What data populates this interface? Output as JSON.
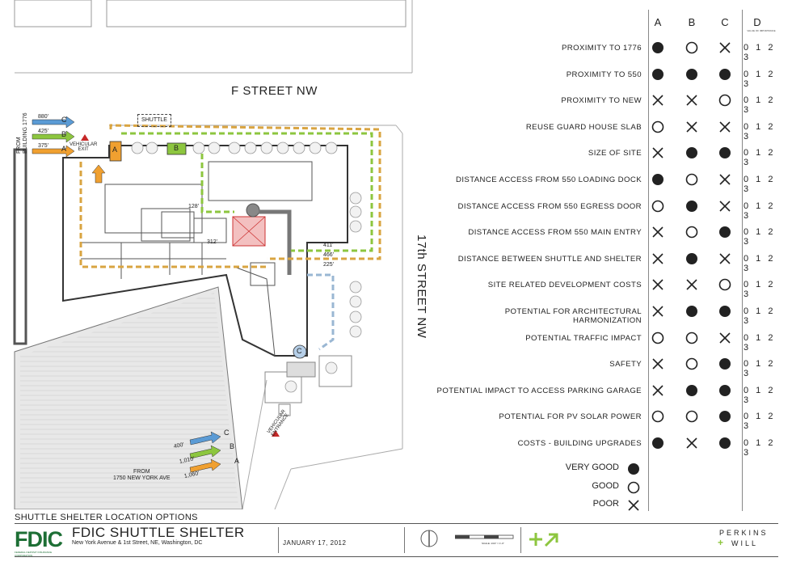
{
  "plan": {
    "street_top": "F  STREET NW",
    "street_right": "17th  STREET NW",
    "shuttle_label": "SHUTTLE",
    "from_building": "FROM\nBUILDING 1776",
    "from_1750": "FROM\n1750 NEW YORK AVE",
    "vehicular_exit": "VEHICULAR\nEXIT",
    "vehicular_entrance": "VEHICULAR\nENTRANCE",
    "site_tags": [
      "A",
      "B",
      "C"
    ],
    "dist_top": [
      {
        "dist": "880'",
        "letter": "C",
        "color": "#5b9bd5"
      },
      {
        "dist": "425'",
        "letter": "B",
        "color": "#8dc63f"
      },
      {
        "dist": "375'",
        "letter": "A",
        "color": "#f0a030"
      }
    ],
    "dist_bottom": [
      {
        "dist": "400'",
        "letter": "C",
        "color": "#5b9bd5"
      },
      {
        "dist": "1,010'",
        "letter": "B",
        "color": "#8dc63f"
      },
      {
        "dist": "1,060'",
        "letter": "A",
        "color": "#f0a030"
      }
    ],
    "path_labels": [
      "128'",
      "312'",
      "411'",
      "466'",
      "225'"
    ]
  },
  "matrix": {
    "columns": [
      "A",
      "B",
      "C",
      "D"
    ],
    "d_subtitle": "VALUE OF IMPORTANCE",
    "scale_text": "0 1 2 3",
    "rows": [
      {
        "label": "PROXIMITY TO 1776",
        "a": "very_good",
        "b": "good",
        "c": "poor"
      },
      {
        "label": "PROXIMITY TO 550",
        "a": "very_good",
        "b": "very_good",
        "c": "very_good"
      },
      {
        "label": "PROXIMITY TO NEW",
        "a": "poor",
        "b": "poor",
        "c": "good"
      },
      {
        "label": "REUSE GUARD HOUSE SLAB",
        "a": "good",
        "b": "poor",
        "c": "poor"
      },
      {
        "label": "SIZE OF SITE",
        "a": "poor",
        "b": "very_good",
        "c": "very_good"
      },
      {
        "label": "DISTANCE ACCESS FROM 550 LOADING DOCK",
        "a": "very_good",
        "b": "good",
        "c": "poor"
      },
      {
        "label": "DISTANCE ACCESS FROM 550 EGRESS DOOR",
        "a": "good",
        "b": "very_good",
        "c": "poor"
      },
      {
        "label": "DISTANCE ACCESS FROM 550 MAIN ENTRY",
        "a": "poor",
        "b": "good",
        "c": "very_good"
      },
      {
        "label": "DISTANCE BETWEEN SHUTTLE AND SHELTER",
        "a": "poor",
        "b": "very_good",
        "c": "poor"
      },
      {
        "label": "SITE RELATED DEVELOPMENT COSTS",
        "a": "poor",
        "b": "poor",
        "c": "good"
      },
      {
        "label": "POTENTIAL FOR ARCHITECTURAL HARMONIZATION",
        "a": "poor",
        "b": "very_good",
        "c": "very_good"
      },
      {
        "label": "POTENTIAL TRAFFIC IMPACT",
        "a": "good",
        "b": "good",
        "c": "poor"
      },
      {
        "label": "SAFETY",
        "a": "poor",
        "b": "good",
        "c": "very_good"
      },
      {
        "label": "POTENTIAL IMPACT TO ACCESS PARKING GARAGE",
        "a": "poor",
        "b": "very_good",
        "c": "very_good"
      },
      {
        "label": "POTENTIAL FOR PV SOLAR POWER",
        "a": "good",
        "b": "good",
        "c": "very_good"
      },
      {
        "label": "COSTS - BUILDING UPGRADES",
        "a": "very_good",
        "b": "poor",
        "c": "very_good"
      }
    ],
    "legend": [
      {
        "label": "VERY GOOD",
        "mark": "very_good"
      },
      {
        "label": "GOOD",
        "mark": "good"
      },
      {
        "label": "POOR",
        "mark": "poor"
      }
    ]
  },
  "footer": {
    "caption": "SHUTTLE SHELTER LOCATION OPTIONS",
    "logo": "FDIC",
    "logo_sub": "FEDERAL DEPOSIT INSURANCE CORPORATION",
    "title": "FDIC SHUTTLE SHELTER",
    "address": "New York Avenue & 1st Street, NE, Washington, DC",
    "date": "JANUARY 17, 2012",
    "scale_label": "SCALE: 1/16\" = 1'-0\"",
    "firm_line1": "PERKINS",
    "firm_line2": "WILL",
    "firm_plus": "+"
  },
  "colors": {
    "option_a": "#f0a030",
    "option_b": "#8dc63f",
    "option_c": "#5b9bd5",
    "brand_green": "#1d6f35"
  }
}
